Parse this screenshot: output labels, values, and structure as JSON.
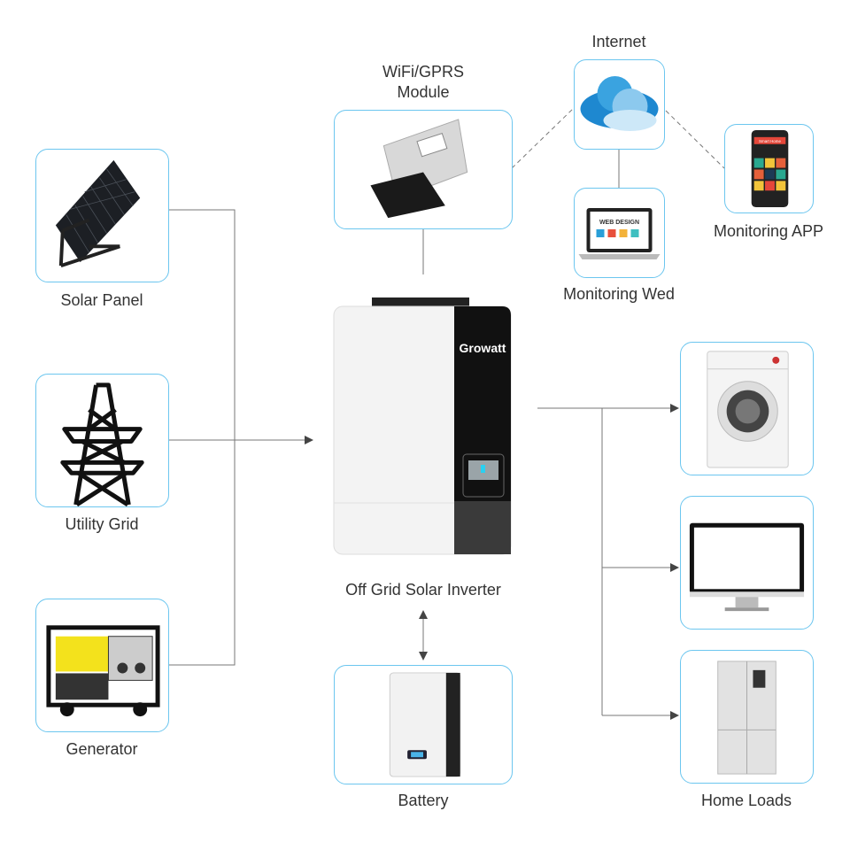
{
  "sources": [
    {
      "label": "Solar Panel",
      "icon": "solar-panel-icon"
    },
    {
      "label": "Utility Grid",
      "icon": "transmission-tower-icon"
    },
    {
      "label": "Generator",
      "icon": "generator-icon"
    }
  ],
  "center": {
    "inverter": {
      "label": "Off Grid Solar Inverter",
      "brand": "Growatt"
    },
    "battery": {
      "label": "Battery"
    },
    "module": {
      "label_line1": "WiFi/GPRS",
      "label_line2": "Module"
    }
  },
  "monitoring": {
    "internet": "Internet",
    "web": "Monitoring Wed",
    "web_screen_text": "WEB DESIGN",
    "app": "Monitoring APP",
    "app_screen_text": "Smart Home"
  },
  "loads": {
    "label": "Home Loads",
    "items": [
      "washing-machine-icon",
      "monitor-icon",
      "refrigerator-icon"
    ]
  },
  "colors": {
    "box_border": "#6cc6ef",
    "line": "#555555",
    "brand_green": "#8cc63f"
  }
}
